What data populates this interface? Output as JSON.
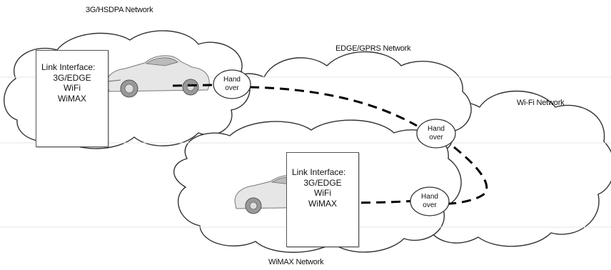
{
  "networks": {
    "hsdpa": "3G/HSDPA Network",
    "edge": "EDGE/GPRS Network",
    "wifi": "Wi-Fi Network",
    "wimax": "WiMAX Network"
  },
  "link_interface_1": {
    "title": "Link Interface:",
    "line1": "3G/EDGE",
    "line2": "WiFi",
    "line3": "WiMAX"
  },
  "link_interface_2": {
    "title": "Link Interface:",
    "line1": "3G/EDGE",
    "line2": "WiFi",
    "line3": "WiMAX"
  },
  "handovers": [
    {
      "line1": "Hand",
      "line2": "over"
    },
    {
      "line1": "Hand",
      "line2": "over"
    },
    {
      "line1": "Hand",
      "line2": "over"
    }
  ],
  "colors": {
    "cloud_stroke": "#333333",
    "path": "#000000",
    "car_body": "#e6e6e6"
  }
}
